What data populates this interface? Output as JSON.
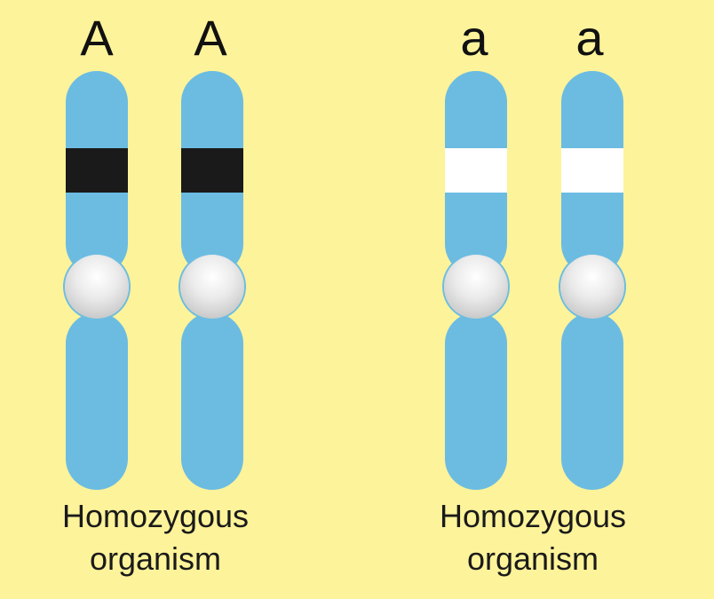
{
  "left_pair": {
    "allele_1": "A",
    "allele_2": "A",
    "caption_line1": "Homozygous",
    "caption_line2": "organism"
  },
  "right_pair": {
    "allele_1": "a",
    "allele_2": "a",
    "caption_line1": "Homozygous",
    "caption_line2": "organism"
  },
  "colors": {
    "background": "#fdf39a",
    "chromosome": "#6cbce2",
    "dominant_band": "#1a1a1a",
    "recessive_band": "#ffffff",
    "centromere": "#d0d0d0"
  }
}
